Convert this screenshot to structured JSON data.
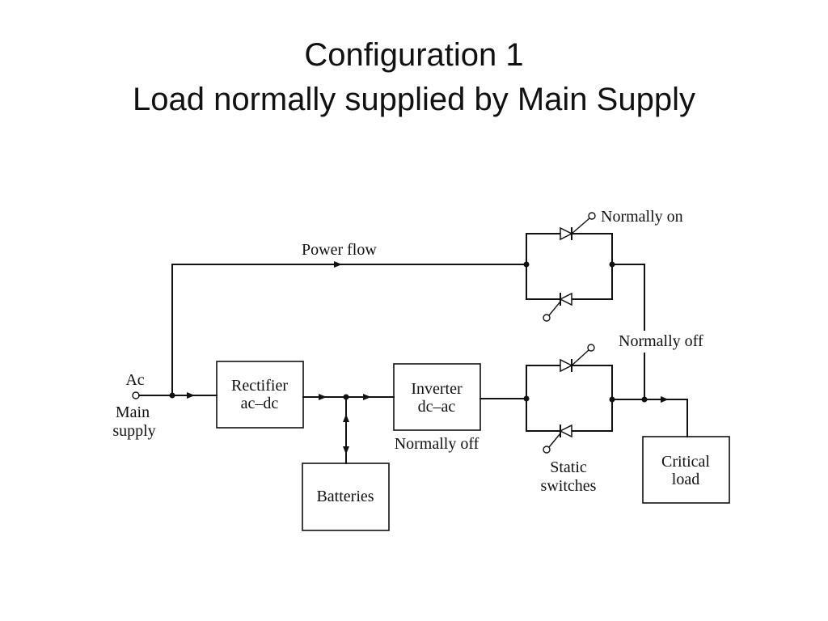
{
  "slide": {
    "title_line1": "Configuration 1",
    "title_line2": "Load normally supplied by Main Supply"
  },
  "diagram": {
    "source": {
      "label": "Ac",
      "name_line1": "Main",
      "name_line2": "supply"
    },
    "bypass_path": {
      "label": "Power flow"
    },
    "rectifier": {
      "line1": "Rectifier",
      "line2": "ac–dc"
    },
    "batteries": {
      "label": "Batteries"
    },
    "inverter": {
      "line1": "Inverter",
      "line2": "dc–ac",
      "state": "Normally off"
    },
    "upper_switch": {
      "state": "Normally on"
    },
    "bypass_output": {
      "state": "Normally off"
    },
    "static_switches": {
      "line1": "Static",
      "line2": "switches"
    },
    "load": {
      "line1": "Critical",
      "line2": "load"
    }
  },
  "colors": {
    "ink": "#111111",
    "background": "#ffffff"
  }
}
